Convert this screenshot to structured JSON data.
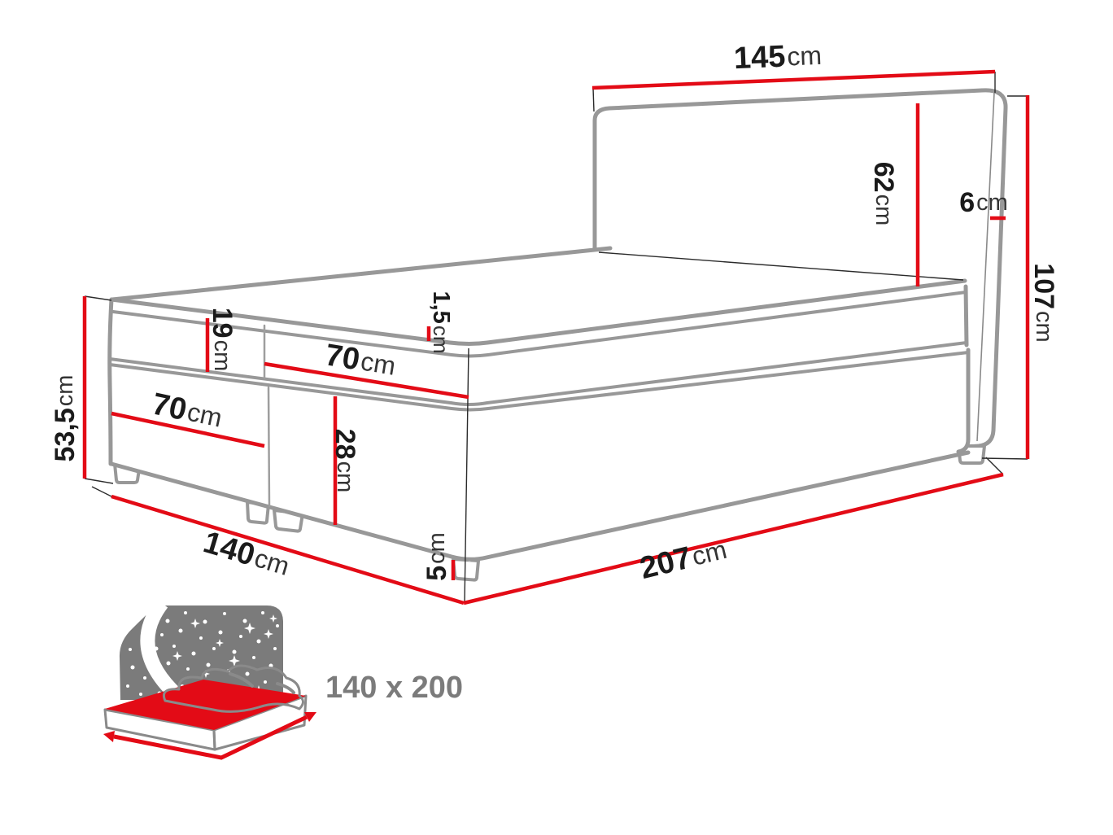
{
  "colors": {
    "accent": "#e30b16",
    "outline": "#989898",
    "ink": "#1b1b1b",
    "icon_gray": "#7b7b7b",
    "background": "#ffffff"
  },
  "dimensions": {
    "headboard_width": {
      "v": "145",
      "u": "cm"
    },
    "headboard_height": {
      "v": "62",
      "u": "cm"
    },
    "headboard_thickness": {
      "v": "6",
      "u": "cm"
    },
    "total_height": {
      "v": "107",
      "u": "cm"
    },
    "topper_thickness": {
      "v": "1,5",
      "u": "cm"
    },
    "mattress_height": {
      "v": "19",
      "u": "cm"
    },
    "mattress_half_width": {
      "v": "70",
      "u": "cm"
    },
    "base_half_width": {
      "v": "70",
      "u": "cm"
    },
    "side_height": {
      "v": "53,5",
      "u": "cm"
    },
    "base_height": {
      "v": "28",
      "u": "cm"
    },
    "bed_width": {
      "v": "140",
      "u": "cm"
    },
    "bed_length": {
      "v": "207",
      "u": "cm"
    },
    "leg_height": {
      "v": "5",
      "u": "cm"
    }
  },
  "icon": {
    "size_label": "140 x 200"
  }
}
